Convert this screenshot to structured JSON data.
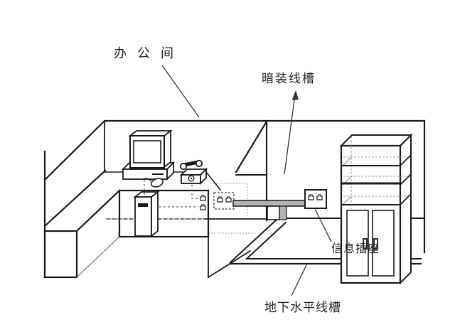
{
  "labels": {
    "office_room": "办 公 间",
    "concealed_trunking": "暗装线槽",
    "information_outlet": "信息插座",
    "underground_horizontal_trunking": "地下水平线槽"
  },
  "figures": [
    "office-room-walls",
    "l-shaped-desk",
    "desktop-computer",
    "mouse",
    "telephone",
    "pc-tower",
    "concealed-outlet-box",
    "concealed-wiring-trough",
    "information-outlet-box",
    "vertical-duct",
    "underground-horizontal-trough",
    "bookshelf-cabinet"
  ],
  "colors": {
    "line": "#1a1a1a",
    "hidden": "#999999",
    "trough": "#b3b3b3",
    "text": "#222222",
    "background": "#ffffff"
  }
}
